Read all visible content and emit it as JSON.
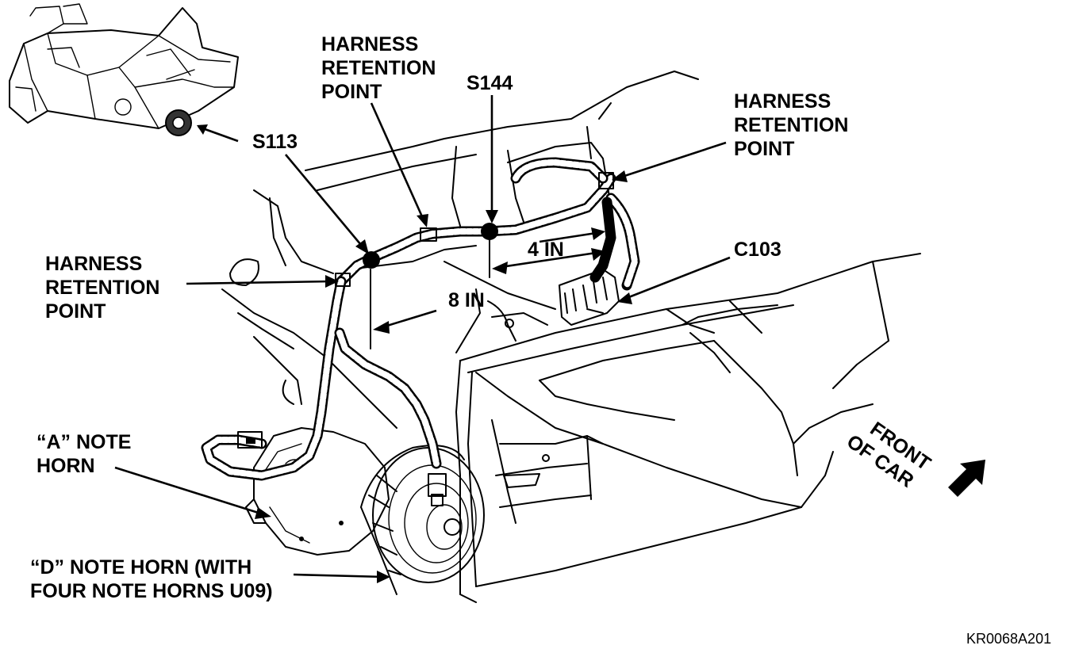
{
  "labels": {
    "harness_retention_top": [
      "HARNESS",
      "RETENTION",
      "POINT"
    ],
    "harness_retention_right": [
      "HARNESS",
      "RETENTION",
      "POINT"
    ],
    "harness_retention_left": [
      "HARNESS",
      "RETENTION",
      "POINT"
    ],
    "s144": "S144",
    "s113": "S113",
    "c103": "C103",
    "dim_4in": "4 IN",
    "dim_8in": "8 IN",
    "a_note_horn": [
      "“A” NOTE",
      "HORN"
    ],
    "d_note_horn": [
      "“D” NOTE HORN (WITH",
      "FOUR NOTE HORNS U09)"
    ],
    "front_of_car": [
      "FRONT",
      "OF CAR"
    ],
    "figure_code": "KR0068A201"
  },
  "icons": {
    "locator_car": "car-locator-icon",
    "front_arrow": "front-direction-arrow-icon"
  },
  "colors": {
    "ink": "#000000",
    "paper": "#ffffff"
  }
}
